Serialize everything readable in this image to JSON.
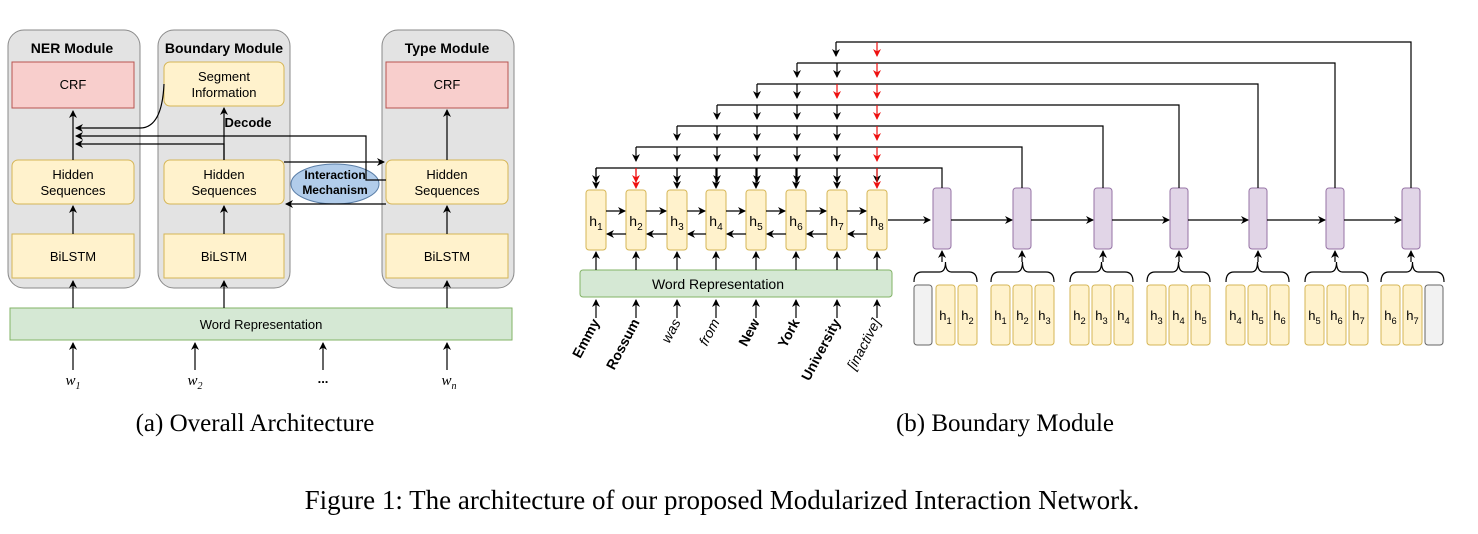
{
  "panel_a": {
    "modules": {
      "ner": {
        "title": "NER Module",
        "top": "CRF",
        "middle": [
          "Hidden",
          "Sequences"
        ],
        "bottom": "BiLSTM"
      },
      "boundary": {
        "title": "Boundary Module",
        "top": [
          "Segment",
          "Information"
        ],
        "middle": [
          "Hidden",
          "Sequences"
        ],
        "bottom": "BiLSTM"
      },
      "type": {
        "title": "Type Module",
        "top": "CRF",
        "middle": [
          "Hidden",
          "Sequences"
        ],
        "bottom": "BiLSTM"
      }
    },
    "decode_label": "Decode",
    "interaction": [
      "Interaction",
      "Mechanism"
    ],
    "word_representation": "Word Representation",
    "inputs": [
      {
        "base": "w",
        "sub": "1"
      },
      {
        "base": "w",
        "sub": "2"
      },
      {
        "base": "...",
        "sub": ""
      },
      {
        "base": "w",
        "sub": "n"
      }
    ]
  },
  "panel_b": {
    "word_representation": "Word Representation",
    "hidden_states": [
      {
        "base": "h",
        "sub": "1"
      },
      {
        "base": "h",
        "sub": "2"
      },
      {
        "base": "h",
        "sub": "3"
      },
      {
        "base": "h",
        "sub": "4"
      },
      {
        "base": "h",
        "sub": "5"
      },
      {
        "base": "h",
        "sub": "6"
      },
      {
        "base": "h",
        "sub": "7"
      },
      {
        "base": "h",
        "sub": "8"
      }
    ],
    "words": [
      {
        "text": "Emmy",
        "bold": true,
        "italic": false
      },
      {
        "text": "Rossum",
        "bold": true,
        "italic": false
      },
      {
        "text": "was",
        "bold": false,
        "italic": true
      },
      {
        "text": "from",
        "bold": false,
        "italic": true
      },
      {
        "text": "New",
        "bold": true,
        "italic": false
      },
      {
        "text": "York",
        "bold": true,
        "italic": false
      },
      {
        "text": "University",
        "bold": true,
        "italic": false
      },
      {
        "text": "[inactive]",
        "bold": false,
        "italic": true
      }
    ],
    "segment_groups": [
      {
        "pad_left": true,
        "pad_right": false,
        "items": [
          {
            "base": "h",
            "sub": "1"
          },
          {
            "base": "h",
            "sub": "2"
          }
        ]
      },
      {
        "pad_left": false,
        "pad_right": false,
        "items": [
          {
            "base": "h",
            "sub": "1"
          },
          {
            "base": "h",
            "sub": "2"
          },
          {
            "base": "h",
            "sub": "3"
          }
        ]
      },
      {
        "pad_left": false,
        "pad_right": false,
        "items": [
          {
            "base": "h",
            "sub": "2"
          },
          {
            "base": "h",
            "sub": "3"
          },
          {
            "base": "h",
            "sub": "4"
          }
        ]
      },
      {
        "pad_left": false,
        "pad_right": false,
        "items": [
          {
            "base": "h",
            "sub": "3"
          },
          {
            "base": "h",
            "sub": "4"
          },
          {
            "base": "h",
            "sub": "5"
          }
        ]
      },
      {
        "pad_left": false,
        "pad_right": false,
        "items": [
          {
            "base": "h",
            "sub": "4"
          },
          {
            "base": "h",
            "sub": "5"
          },
          {
            "base": "h",
            "sub": "6"
          }
        ]
      },
      {
        "pad_left": false,
        "pad_right": false,
        "items": [
          {
            "base": "h",
            "sub": "5"
          },
          {
            "base": "h",
            "sub": "6"
          },
          {
            "base": "h",
            "sub": "7"
          }
        ]
      },
      {
        "pad_left": false,
        "pad_right": true,
        "items": [
          {
            "base": "h",
            "sub": "6"
          },
          {
            "base": "h",
            "sub": "7"
          }
        ]
      }
    ]
  },
  "captions": {
    "a": "(a)  Overall Architecture",
    "b": "(b)  Boundary Module",
    "figure": "Figure 1: The architecture of our proposed Modularized Interaction Network."
  },
  "colors": {
    "module_bg": "#e3e3e3",
    "crf_fill": "#f8cecc",
    "crf_stroke": "#b85450",
    "box_fill": "#fff2cc",
    "box_stroke": "#d6b656",
    "word_rep_fill": "#d5e8d4",
    "word_rep_stroke": "#82b366",
    "interaction_fill": "#b1ccea",
    "interaction_stroke": "#5b7fa8",
    "segment_fill": "#e1d5e7",
    "segment_stroke": "#9673a6",
    "pad_fill": "#f2f2f2",
    "red_arrow": "#ee1111"
  }
}
